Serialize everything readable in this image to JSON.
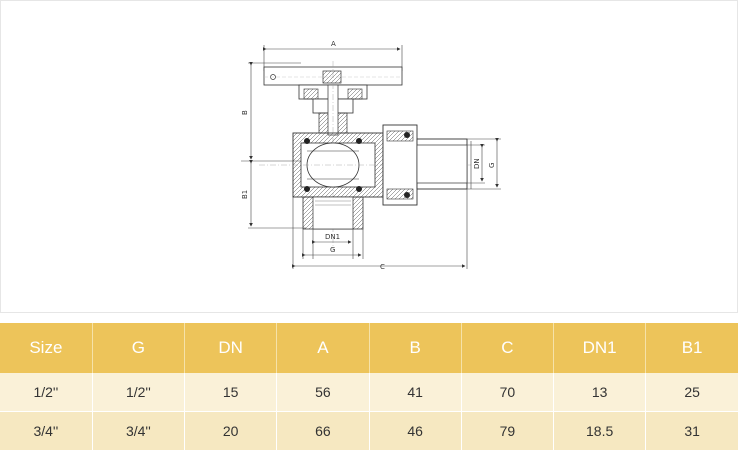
{
  "drawing": {
    "labels": {
      "a": "A",
      "b": "B",
      "b1": "B1",
      "c": "C",
      "dn": "DN",
      "g": "G",
      "dn1": "DN1",
      "g_bottom": "G"
    }
  },
  "table": {
    "headers": [
      "Size",
      "G",
      "DN",
      "A",
      "B",
      "C",
      "DN1",
      "B1"
    ],
    "rows": [
      [
        "1/2''",
        "1/2''",
        "15",
        "56",
        "41",
        "70",
        "13",
        "25"
      ],
      [
        "3/4''",
        "3/4''",
        "20",
        "66",
        "46",
        "79",
        "18.5",
        "31"
      ]
    ]
  },
  "colors": {
    "header_bg": "#edc45a",
    "row_light": "#faf1d8",
    "row_dark": "#f6e8c1"
  }
}
